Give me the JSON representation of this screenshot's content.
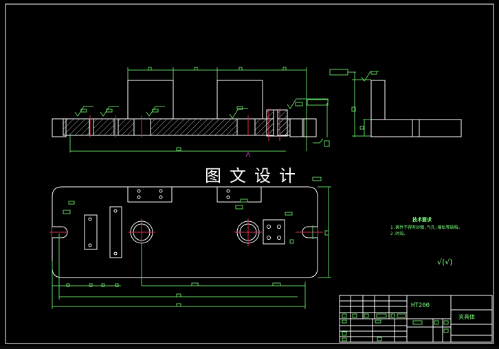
{
  "drawing": {
    "watermark_title": "图文设计",
    "background_color": "#000000",
    "colors": {
      "outline": "#ffffff",
      "dimension": "#5fd35f",
      "centerline": "#d9304a",
      "section_cut": "#c040c0",
      "text": "#7dff7d"
    }
  },
  "views": [
    {
      "name": "front-section-view",
      "hatched": true
    },
    {
      "name": "side-view"
    },
    {
      "name": "top-view"
    }
  ],
  "technical_requirements": {
    "title": "技术要求",
    "line1": "1.铸件不得有砂眼,气孔,缩松等缺陷。",
    "line2": "2.时效。"
  },
  "roughness_note": "√(√)",
  "title_block": {
    "material": "HT200",
    "part_name": "夹具体"
  }
}
